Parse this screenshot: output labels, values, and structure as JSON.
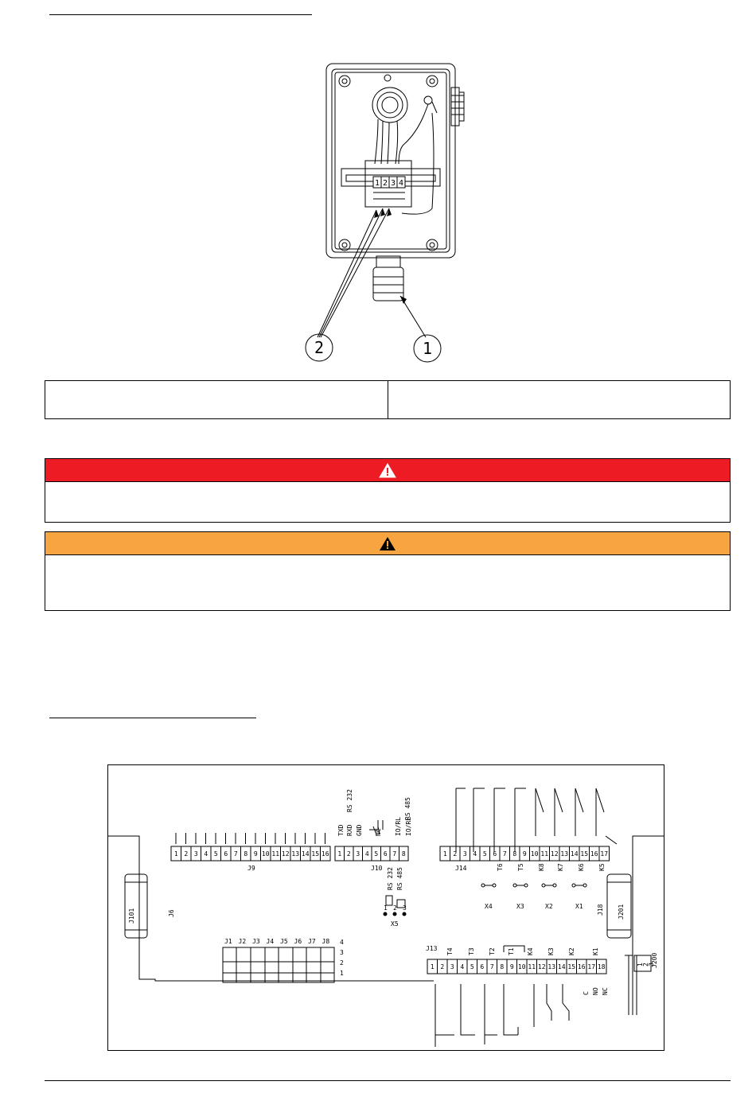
{
  "figure1": {
    "terminal_labels": [
      "1",
      "2",
      "3",
      "4"
    ],
    "callouts": [
      "1",
      "2"
    ]
  },
  "figure2": {
    "j9_pins": [
      "1",
      "2",
      "3",
      "4",
      "5",
      "6",
      "7",
      "8",
      "9",
      "10",
      "11",
      "12",
      "13",
      "14",
      "15",
      "16"
    ],
    "j10_pins": [
      "1",
      "2",
      "3",
      "4",
      "5",
      "6",
      "7",
      "8"
    ],
    "j14_pins": [
      "1",
      "2",
      "3",
      "4",
      "5",
      "6",
      "7",
      "8",
      "9",
      "10",
      "11",
      "12",
      "13",
      "14",
      "15",
      "16",
      "17"
    ],
    "j13_pins": [
      "1",
      "2",
      "3",
      "4",
      "5",
      "6",
      "7",
      "8",
      "9",
      "10",
      "11",
      "12",
      "13",
      "14",
      "15",
      "16",
      "17",
      "18"
    ],
    "j10_signals": [
      "TXD",
      "RXD",
      "GND",
      "NC",
      "IO/RL",
      "IO/RL"
    ],
    "rs232_label": "RS 232",
    "rs485_label": "RS 485",
    "j14_sensor_labels": [
      "T6",
      "T5",
      "K8",
      "K7",
      "K6",
      "K5"
    ],
    "j13_sensor_labels": [
      "T4",
      "T3",
      "T2",
      "T1",
      "K4",
      "K3",
      "K2",
      "K1"
    ],
    "x_switches": [
      "X4",
      "X3",
      "X2",
      "X1"
    ],
    "x5_label": "X5",
    "x5_pins": [
      "1",
      "2",
      "3"
    ],
    "small_jumpers": [
      "J1",
      "J2",
      "J3",
      "J4",
      "J5",
      "J6",
      "J7",
      "J8"
    ],
    "jumper_rows": [
      "4",
      "3",
      "2",
      "1"
    ],
    "relay_contacts": [
      "C",
      "NO",
      "NC"
    ],
    "j200_pins": [
      "1",
      "2",
      "3"
    ],
    "connector_labels": {
      "j101": "J101",
      "j6": "J6",
      "j9": "J9",
      "j10": "J10",
      "j14": "J14",
      "j13": "J13",
      "j18": "J18",
      "j201": "J201",
      "j200": "J200"
    }
  },
  "colors": {
    "danger": "#ed1c24",
    "warning": "#f7a541"
  }
}
